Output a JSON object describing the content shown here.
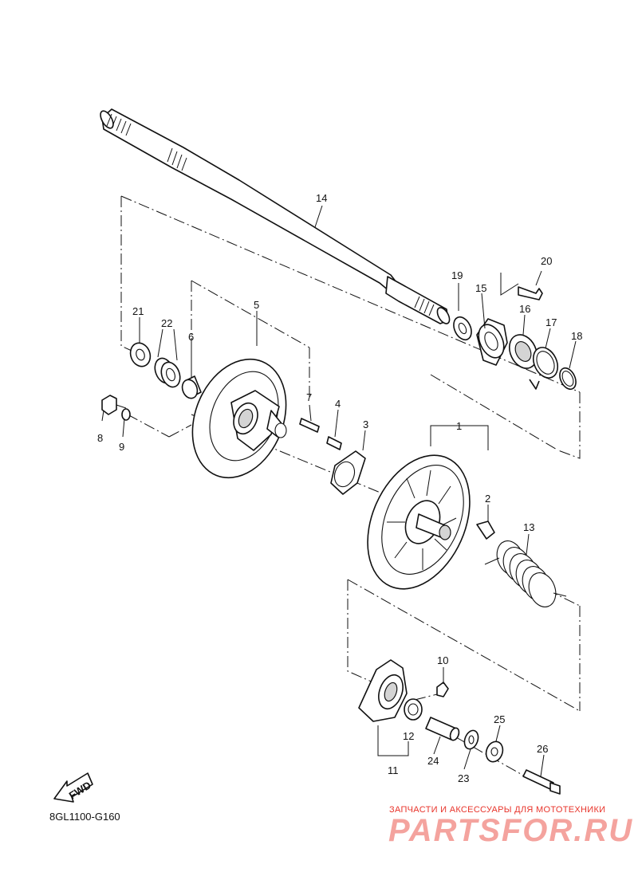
{
  "diagram": {
    "code": "8GL1100-G160",
    "fwd_label": "FWD",
    "callouts": {
      "p1": "1",
      "p2": "2",
      "p3": "3",
      "p4": "4",
      "p5": "5",
      "p6": "6",
      "p7": "7",
      "p8": "8",
      "p9": "9",
      "p10": "10",
      "p11": "11",
      "p12": "12",
      "p13": "13",
      "p14": "14",
      "p15": "15",
      "p16": "16",
      "p17": "17",
      "p18": "18",
      "p19": "19",
      "p20": "20",
      "p21": "21",
      "p22": "22",
      "p23": "23",
      "p24": "24",
      "p25": "25",
      "p26": "26"
    }
  },
  "watermark": {
    "tagline": "ЗАПЧАСТИ И АКСЕССУАРЫ ДЛЯ МОТОТЕХНИКИ",
    "brand": "PARTSFOR.RU",
    "color": "#e8342b"
  }
}
